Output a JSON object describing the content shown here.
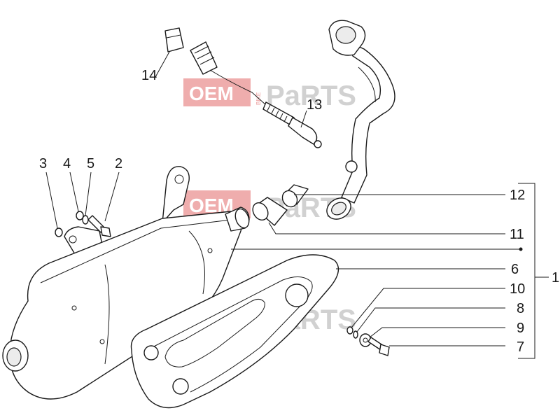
{
  "watermark": {
    "brand_box_text": "OEM",
    "brand_vertical_text": "BIKE",
    "brand_tail_text": "PaRTS"
  },
  "callouts": [
    {
      "id": "1",
      "label": "1"
    },
    {
      "id": "2",
      "label": "2"
    },
    {
      "id": "3",
      "label": "3"
    },
    {
      "id": "4",
      "label": "4"
    },
    {
      "id": "5",
      "label": "5"
    },
    {
      "id": "6",
      "label": "6"
    },
    {
      "id": "7",
      "label": "7"
    },
    {
      "id": "8",
      "label": "8"
    },
    {
      "id": "9",
      "label": "9"
    },
    {
      "id": "10",
      "label": "10"
    },
    {
      "id": "11",
      "label": "11"
    },
    {
      "id": "12",
      "label": "12"
    },
    {
      "id": "13",
      "label": "13"
    },
    {
      "id": "14",
      "label": "14"
    }
  ]
}
